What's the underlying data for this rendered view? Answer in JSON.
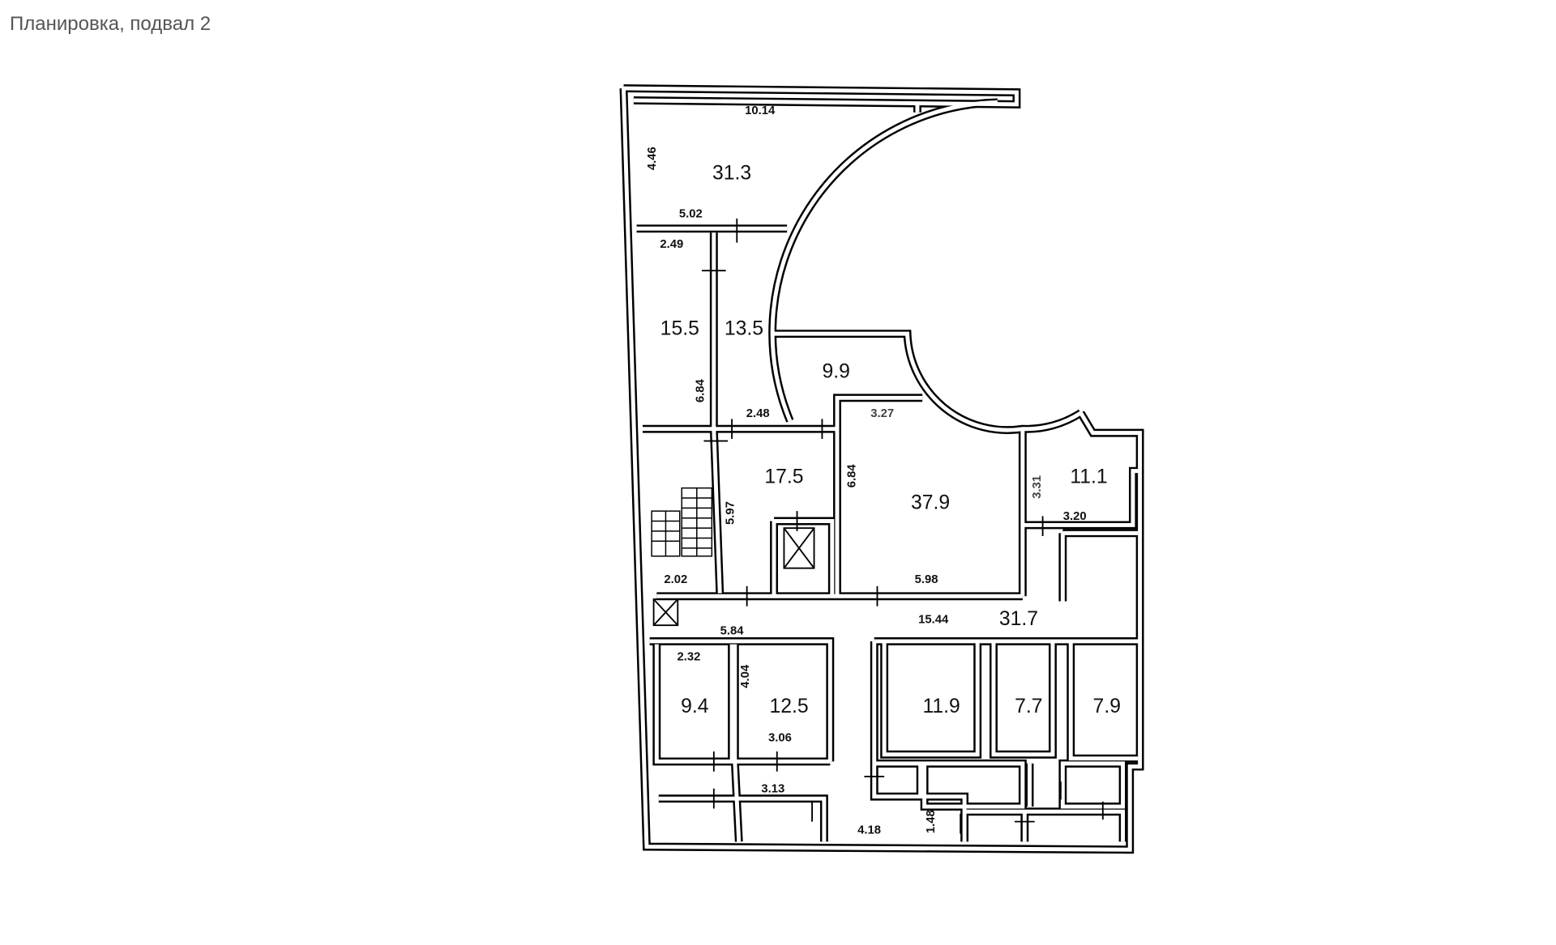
{
  "title": "Планировка, подвал 2",
  "areas": [
    "31.3",
    "15.5",
    "13.5",
    "9.9",
    "17.5",
    "37.9",
    "11.1",
    "31.7",
    "9.4",
    "12.5",
    "11.9",
    "7.7",
    "7.9"
  ],
  "dimensions": [
    "10.14",
    "4.46",
    "5.02",
    "2.49",
    "6.84",
    "2.48",
    "3.27",
    "6.84",
    "3.31",
    "3.20",
    "5.97",
    "2.02",
    "5.98",
    "15.44",
    "5.84",
    "2.32",
    "4.04",
    "3.06",
    "3.13",
    "4.18",
    "1.48"
  ]
}
